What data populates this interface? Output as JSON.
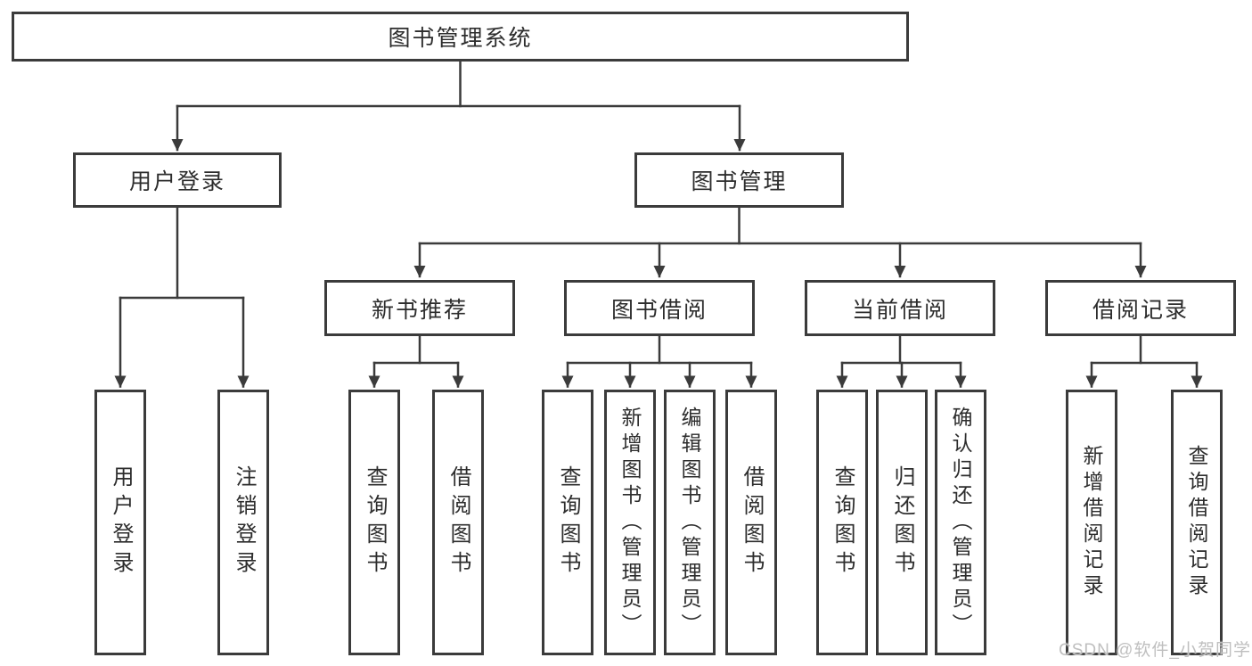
{
  "tree": {
    "root": {
      "label": "图书管理系统"
    },
    "level2": [
      {
        "label": "用户登录",
        "children": [
          {
            "label": "用户登录"
          },
          {
            "label": "注销登录"
          }
        ]
      },
      {
        "label": "图书管理",
        "children": [
          {
            "label": "新书推荐",
            "children": [
              {
                "label": "查询图书"
              },
              {
                "label": "借阅图书"
              }
            ]
          },
          {
            "label": "图书借阅",
            "children": [
              {
                "label": "查询图书"
              },
              {
                "label": "新增图书（管理员）"
              },
              {
                "label": "编辑图书（管理员）"
              },
              {
                "label": "借阅图书"
              }
            ]
          },
          {
            "label": "当前借阅",
            "children": [
              {
                "label": "查询图书"
              },
              {
                "label": "归还图书"
              },
              {
                "label": "确认归还（管理员）"
              }
            ]
          },
          {
            "label": "借阅记录",
            "children": [
              {
                "label": "新增借阅记录"
              },
              {
                "label": "查询借阅记录"
              }
            ]
          }
        ]
      }
    ]
  },
  "watermark": {
    "text": "CSDN @软件_小贺同学"
  },
  "colors": {
    "line": "#3b3b3b",
    "text": "#2d2d2d",
    "watermark": "#bfbfbf",
    "background": "#ffffff"
  }
}
